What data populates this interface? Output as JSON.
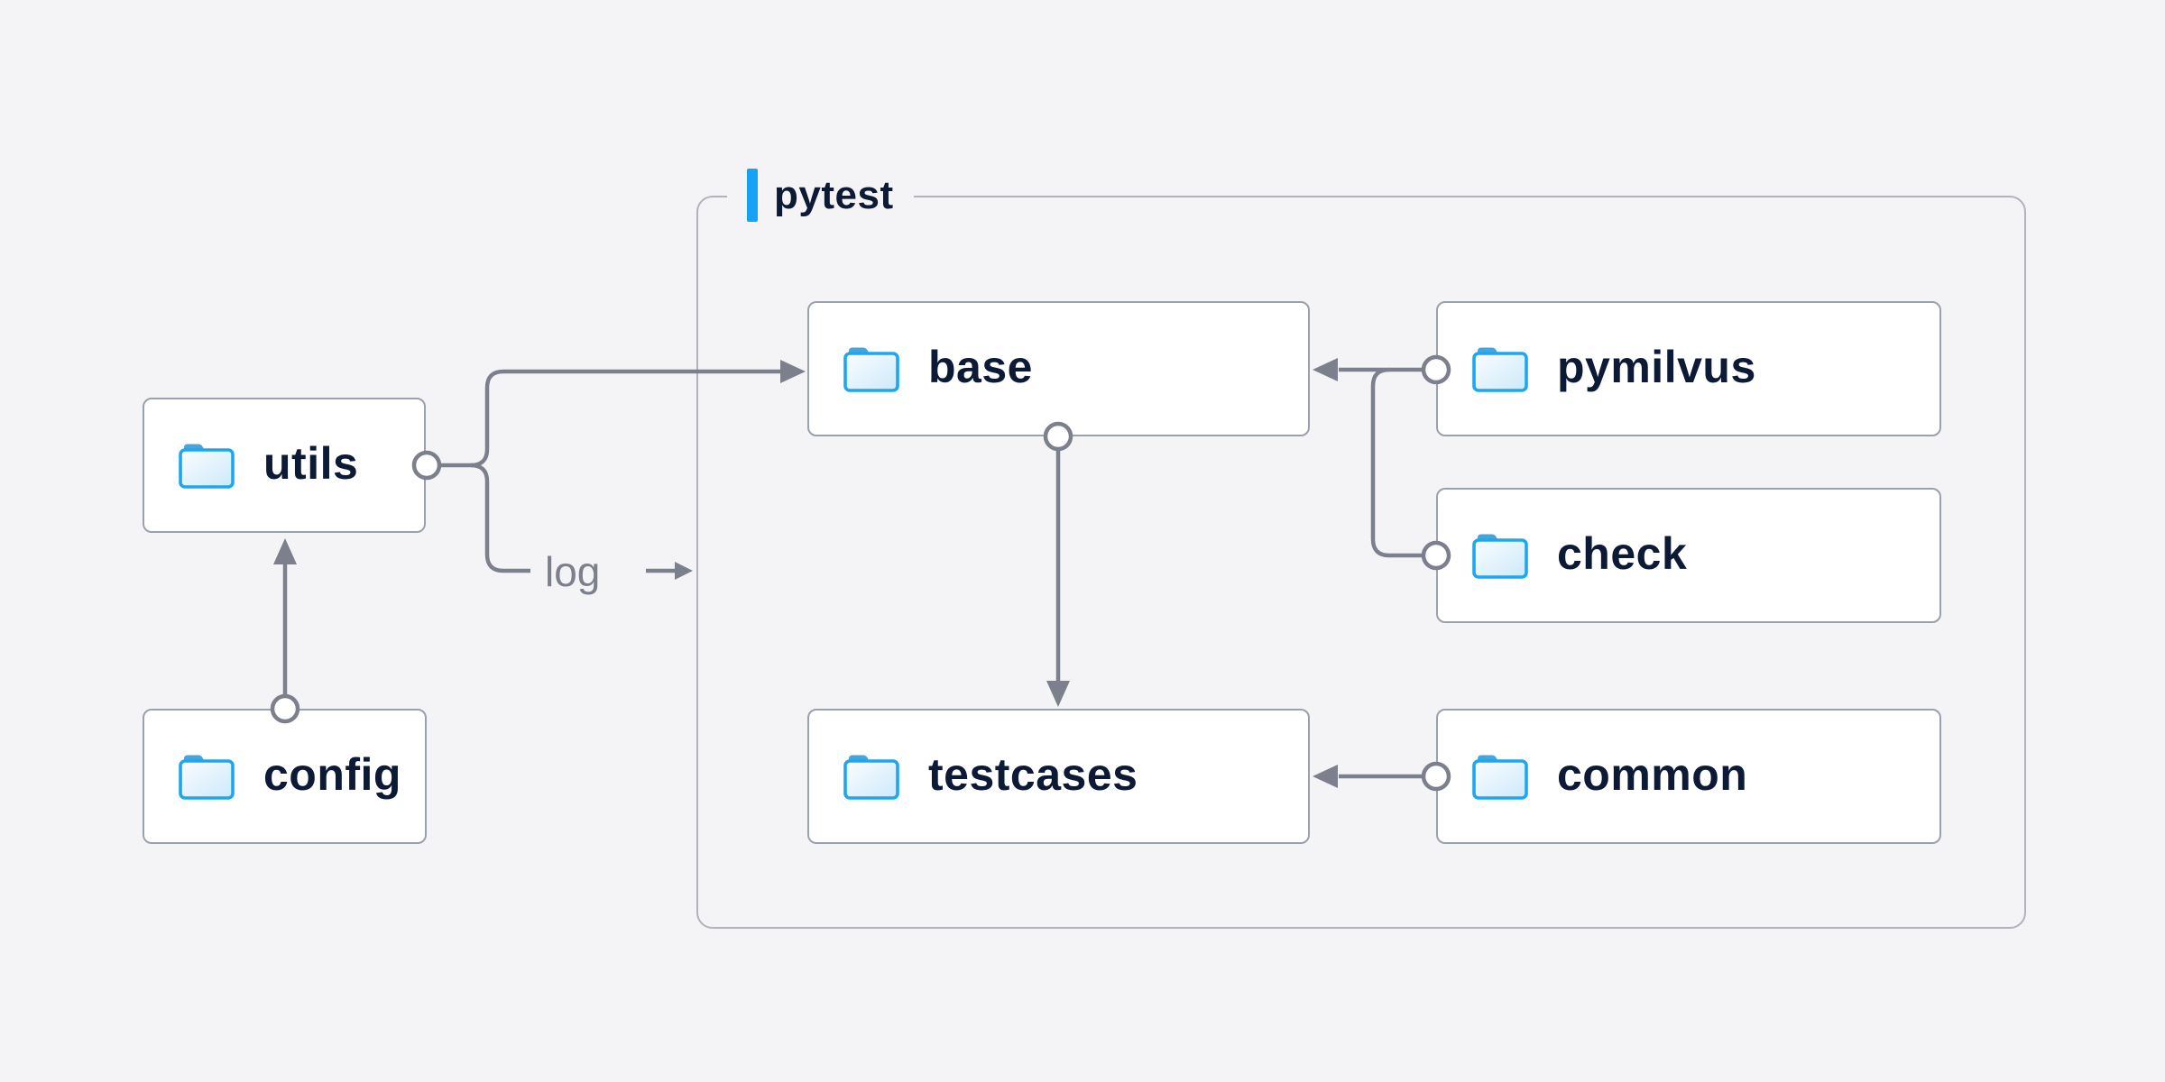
{
  "diagram": {
    "type": "folder-dependency-diagram",
    "background": "#f4f4f6"
  },
  "container": {
    "label": "pytest"
  },
  "nodes": {
    "utils": {
      "label": "utils",
      "icon": "folder"
    },
    "config": {
      "label": "config",
      "icon": "folder"
    },
    "base": {
      "label": "base",
      "icon": "folder"
    },
    "pymilvus": {
      "label": "pymilvus",
      "icon": "folder"
    },
    "check": {
      "label": "check",
      "icon": "folder"
    },
    "testcases": {
      "label": "testcases",
      "icon": "folder"
    },
    "common": {
      "label": "common",
      "icon": "folder"
    }
  },
  "edge_labels": {
    "log": "log"
  },
  "edges": [
    {
      "from": "config",
      "to": "utils",
      "style": "circle-to-arrow"
    },
    {
      "from": "utils",
      "to": "base",
      "style": "circle-to-arrow"
    },
    {
      "from": "utils",
      "to": "log",
      "style": "circle-to-label-arrow"
    },
    {
      "from": "pymilvus",
      "to": "base",
      "style": "circle-to-arrow"
    },
    {
      "from": "check",
      "to": "base",
      "style": "circle-to-arrow",
      "joins": "pymilvus-base"
    },
    {
      "from": "base",
      "to": "testcases",
      "style": "circle-to-arrow"
    },
    {
      "from": "common",
      "to": "testcases",
      "style": "circle-to-arrow"
    }
  ],
  "colors": {
    "background": "#f4f4f6",
    "node_bg": "#ffffff",
    "node_border": "#9aa0ad",
    "container_border": "#b0b2bd",
    "connector": "#7c808c",
    "text": "#0d1a35",
    "accent_blue": "#16a3f3",
    "folder_outline": "#1ea7f0",
    "folder_tab": "#47a5db",
    "edge_label_text": "#7c808c"
  }
}
